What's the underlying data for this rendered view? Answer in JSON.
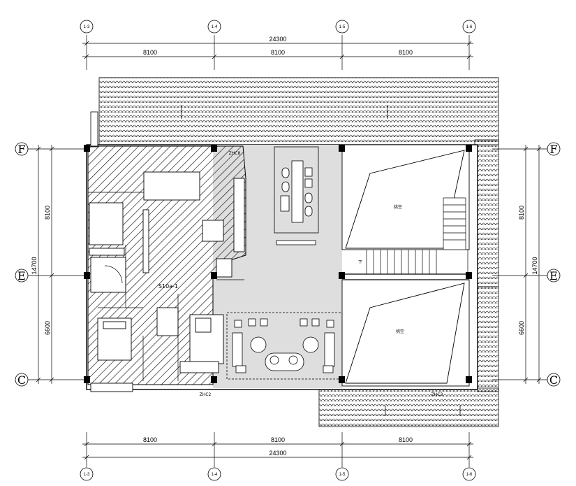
{
  "axes": {
    "top": [
      "1-3",
      "1-4",
      "1-5",
      "1-6"
    ],
    "bottom": [
      "1-3",
      "1-4",
      "1-5",
      "1-6"
    ],
    "left": [
      "F",
      "E",
      "C"
    ],
    "right": [
      "F",
      "E",
      "C"
    ]
  },
  "dimensions": {
    "total_horizontal": "24300",
    "bays_horizontal": [
      "8100",
      "8100",
      "8100"
    ],
    "total_vertical": "14700",
    "bays_vertical": [
      "8100",
      "6600"
    ]
  },
  "labels": {
    "unit": "S10a-1",
    "void_upper": "挑空",
    "void_lower": "挑空",
    "stair_down": "下",
    "window_top": "ZHC8",
    "window_bottom": "ZHC2",
    "window_lower_right": "ZHC3"
  },
  "colors": {
    "line": "#000000",
    "living_fill": "#dedede",
    "hatch": "#000000"
  }
}
